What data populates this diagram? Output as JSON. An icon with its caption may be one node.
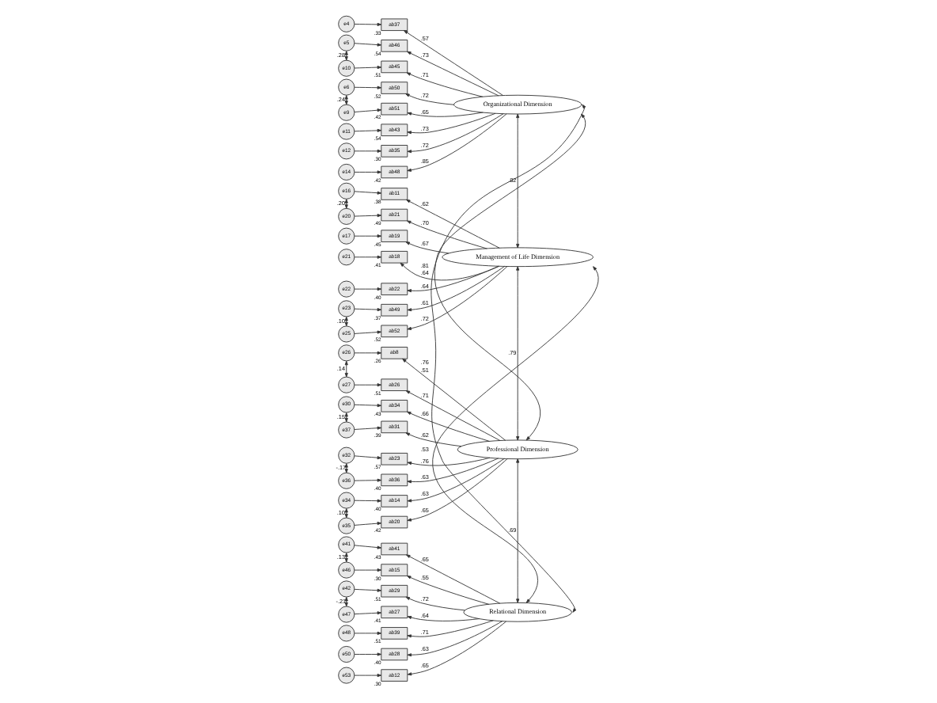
{
  "diagram": {
    "nodes": [
      {
        "text": [
          "Organizational Dimension"
        ]
      },
      {
        "text": [
          "ab37"
        ],
        "beside": [
          ".33"
        ]
      },
      {
        "text": [
          "ab46"
        ],
        "beside": [
          ".54"
        ]
      },
      {
        "text": [
          "ab50"
        ],
        "beside": [
          ".52"
        ]
      },
      {
        "text": [
          "ab51"
        ],
        "beside": [
          ".42"
        ]
      },
      {
        "text": [
          "ab45"
        ],
        "beside": [
          ".51"
        ]
      },
      {
        "text": [
          "ab43"
        ],
        "beside": [
          ".54"
        ]
      },
      {
        "text": [
          "ab35"
        ],
        "beside": [
          ".30"
        ]
      },
      {
        "text": [
          "ab48"
        ],
        "beside": [
          ".42"
        ]
      },
      {
        "text": [
          "e4"
        ]
      },
      {
        "text": [
          "e5"
        ]
      },
      {
        "text": [
          "e6"
        ]
      },
      {
        "text": [
          "e9"
        ]
      },
      {
        "text": [
          "e10"
        ]
      },
      {
        "text": [
          "e11"
        ]
      },
      {
        "text": [
          "e12"
        ]
      },
      {
        "text": [
          "e14"
        ]
      },
      {
        "text": [
          "Management of Life Dimension"
        ]
      },
      {
        "text": [
          "ab11"
        ],
        "beside": [
          ".38"
        ]
      },
      {
        "text": [
          "ab19"
        ],
        "beside": [
          ".45"
        ]
      },
      {
        "text": [
          "ab21"
        ],
        "beside": [
          ".49"
        ]
      },
      {
        "text": [
          "ab18"
        ],
        "beside": [
          ".41"
        ]
      },
      {
        "text": [
          "ab22"
        ],
        "beside": [
          ".40"
        ]
      },
      {
        "text": [
          "ab49"
        ],
        "beside": [
          ".37"
        ]
      },
      {
        "text": [
          "ab52"
        ],
        "beside": [
          ".52"
        ]
      },
      {
        "text": [
          "e16"
        ]
      },
      {
        "text": [
          "e17"
        ]
      },
      {
        "text": [
          "e20"
        ]
      },
      {
        "text": [
          "e21"
        ]
      },
      {
        "text": [
          "e22"
        ]
      },
      {
        "text": [
          "e23"
        ]
      },
      {
        "text": [
          "e25"
        ]
      },
      {
        "text": [
          "Professional Dimension"
        ]
      },
      {
        "text": [
          "ab8"
        ],
        "beside": [
          ".26"
        ]
      },
      {
        "text": [
          "ab26"
        ],
        "beside": [
          ".51"
        ]
      },
      {
        "text": [
          "ab34"
        ],
        "beside": [
          ".43"
        ]
      },
      {
        "text": [
          "ab23"
        ],
        "beside": [
          ".57"
        ]
      },
      {
        "text": [
          "ab14"
        ],
        "beside": [
          ".40"
        ]
      },
      {
        "text": [
          "ab20"
        ],
        "beside": [
          ".42"
        ]
      },
      {
        "text": [
          "ab36"
        ],
        "beside": [
          ".40"
        ]
      },
      {
        "text": [
          "ab31"
        ],
        "beside": [
          ".39"
        ]
      },
      {
        "text": [
          "e26"
        ]
      },
      {
        "text": [
          "e27"
        ]
      },
      {
        "text": [
          "e30"
        ]
      },
      {
        "text": [
          "e32"
        ]
      },
      {
        "text": [
          "e34"
        ]
      },
      {
        "text": [
          "e35"
        ]
      },
      {
        "text": [
          "e36"
        ]
      },
      {
        "text": [
          "e37"
        ]
      },
      {
        "text": [
          "Relational Dimension"
        ]
      },
      {
        "text": [
          "ab41"
        ],
        "beside": [
          ".43"
        ]
      },
      {
        "text": [
          "ab29"
        ],
        "beside": [
          ".51"
        ]
      },
      {
        "text": [
          "ab15"
        ],
        "beside": [
          ".30"
        ]
      },
      {
        "text": [
          "ab27"
        ],
        "beside": [
          ".41"
        ]
      },
      {
        "text": [
          "ab39"
        ],
        "beside": [
          ".51"
        ]
      },
      {
        "text": [
          "ab28"
        ],
        "beside": [
          ".40"
        ]
      },
      {
        "text": [
          "ab12"
        ],
        "beside": [
          ".30"
        ]
      },
      {
        "text": [
          "e41"
        ]
      },
      {
        "text": [
          "e42"
        ]
      },
      {
        "text": [
          "e46"
        ]
      },
      {
        "text": [
          "e47"
        ]
      },
      {
        "text": [
          "e48"
        ]
      },
      {
        "text": [
          "e50"
        ]
      },
      {
        "text": [
          "e53"
        ]
      }
    ],
    "edges": [
      {
        "from": 0,
        "to": 1,
        "arrow": "to",
        "label": ".57"
      },
      {
        "from": 0,
        "to": 2,
        "arrow": "to",
        "label": ".73"
      },
      {
        "from": 0,
        "to": 3,
        "arrow": "to",
        "label": ".72"
      },
      {
        "from": 0,
        "to": 4,
        "arrow": "to",
        "label": ".65"
      },
      {
        "from": 0,
        "to": 5,
        "arrow": "to",
        "label": ".71"
      },
      {
        "from": 0,
        "to": 6,
        "arrow": "to",
        "label": ".73"
      },
      {
        "from": 0,
        "to": 7,
        "arrow": "to",
        "label": ".72"
      },
      {
        "from": 0,
        "to": 8,
        "arrow": "to",
        "label": ".85"
      },
      {
        "from": 9,
        "to": 1,
        "arrow": "to"
      },
      {
        "from": 10,
        "to": 2,
        "arrow": "to"
      },
      {
        "from": 11,
        "to": 3,
        "arrow": "to"
      },
      {
        "from": 12,
        "to": 4,
        "arrow": "to"
      },
      {
        "from": 13,
        "to": 5,
        "arrow": "to"
      },
      {
        "from": 14,
        "to": 6,
        "arrow": "to"
      },
      {
        "from": 15,
        "to": 7,
        "arrow": "to"
      },
      {
        "from": 16,
        "to": 8,
        "arrow": "to"
      },
      {
        "from": 10,
        "to": 13,
        "arrow": "both",
        "label": ".28"
      },
      {
        "from": 11,
        "to": 12,
        "arrow": "both",
        "label": ".24"
      },
      {
        "from": 17,
        "to": 18,
        "arrow": "to",
        "label": ".62"
      },
      {
        "from": 17,
        "to": 19,
        "arrow": "to",
        "label": ".67"
      },
      {
        "from": 17,
        "to": 20,
        "arrow": "to",
        "label": ".70"
      },
      {
        "from": 17,
        "to": 21,
        "arrow": "to",
        "label": ".64"
      },
      {
        "from": 17,
        "to": 22,
        "arrow": "to",
        "label": ".64"
      },
      {
        "from": 17,
        "to": 23,
        "arrow": "to",
        "label": ".61"
      },
      {
        "from": 17,
        "to": 24,
        "arrow": "to",
        "label": ".72"
      },
      {
        "from": 25,
        "to": 18,
        "arrow": "to"
      },
      {
        "from": 26,
        "to": 19,
        "arrow": "to"
      },
      {
        "from": 27,
        "to": 20,
        "arrow": "to"
      },
      {
        "from": 28,
        "to": 21,
        "arrow": "to"
      },
      {
        "from": 29,
        "to": 22,
        "arrow": "to"
      },
      {
        "from": 30,
        "to": 23,
        "arrow": "to"
      },
      {
        "from": 31,
        "to": 24,
        "arrow": "to"
      },
      {
        "from": 25,
        "to": 27,
        "arrow": "both",
        "label": ".20"
      },
      {
        "from": 30,
        "to": 31,
        "arrow": "both",
        "label": ".10"
      },
      {
        "from": 32,
        "to": 33,
        "arrow": "to",
        "label": ".51"
      },
      {
        "from": 32,
        "to": 34,
        "arrow": "to",
        "label": ".71"
      },
      {
        "from": 32,
        "to": 35,
        "arrow": "to",
        "label": ".66"
      },
      {
        "from": 32,
        "to": 36,
        "arrow": "to",
        "label": ".76"
      },
      {
        "from": 32,
        "to": 37,
        "arrow": "to",
        "label": ".63"
      },
      {
        "from": 32,
        "to": 38,
        "arrow": "to",
        "label": ".65"
      },
      {
        "from": 32,
        "to": 39,
        "arrow": "to",
        "label": ".63"
      },
      {
        "from": 32,
        "to": 40,
        "arrow": "to",
        "label": ".62"
      },
      {
        "from": 41,
        "to": 33,
        "arrow": "to"
      },
      {
        "from": 42,
        "to": 34,
        "arrow": "to"
      },
      {
        "from": 43,
        "to": 35,
        "arrow": "to"
      },
      {
        "from": 44,
        "to": 36,
        "arrow": "to"
      },
      {
        "from": 45,
        "to": 37,
        "arrow": "to"
      },
      {
        "from": 46,
        "to": 38,
        "arrow": "to"
      },
      {
        "from": 47,
        "to": 39,
        "arrow": "to"
      },
      {
        "from": 48,
        "to": 40,
        "arrow": "to"
      },
      {
        "from": 41,
        "to": 42,
        "arrow": "both",
        "label": ".14"
      },
      {
        "from": 43,
        "to": 48,
        "arrow": "both",
        "label": ".15"
      },
      {
        "from": 44,
        "to": 47,
        "arrow": "both",
        "label": "-.17"
      },
      {
        "from": 45,
        "to": 46,
        "arrow": "both",
        "label": ".10"
      },
      {
        "from": 49,
        "to": 50,
        "arrow": "to",
        "label": ".65"
      },
      {
        "from": 49,
        "to": 51,
        "arrow": "to",
        "label": ".72"
      },
      {
        "from": 49,
        "to": 52,
        "arrow": "to",
        "label": ".55"
      },
      {
        "from": 49,
        "to": 53,
        "arrow": "to",
        "label": ".64"
      },
      {
        "from": 49,
        "to": 54,
        "arrow": "to",
        "label": ".71"
      },
      {
        "from": 49,
        "to": 55,
        "arrow": "to",
        "label": ".63"
      },
      {
        "from": 49,
        "to": 56,
        "arrow": "to",
        "label": ".65"
      },
      {
        "from": 57,
        "to": 50,
        "arrow": "to"
      },
      {
        "from": 58,
        "to": 51,
        "arrow": "to"
      },
      {
        "from": 59,
        "to": 52,
        "arrow": "to"
      },
      {
        "from": 60,
        "to": 53,
        "arrow": "to"
      },
      {
        "from": 61,
        "to": 54,
        "arrow": "to"
      },
      {
        "from": 62,
        "to": 55,
        "arrow": "to"
      },
      {
        "from": 63,
        "to": 56,
        "arrow": "to"
      },
      {
        "from": 57,
        "to": 59,
        "arrow": "both",
        "label": ".13"
      },
      {
        "from": 58,
        "to": 60,
        "arrow": "both",
        "label": "-.21"
      },
      {
        "from": 0,
        "to": 17,
        "arrow": "both",
        "label": ".82"
      },
      {
        "from": 0,
        "to": 32,
        "arrow": "both",
        "label": ".81"
      },
      {
        "from": 0,
        "to": 49,
        "arrow": "both",
        "label": ".76"
      },
      {
        "from": 17,
        "to": 32,
        "arrow": "both",
        "label": ".79"
      },
      {
        "from": 17,
        "to": 49,
        "arrow": "both",
        "label": ".53"
      },
      {
        "from": 32,
        "to": 49,
        "arrow": "both",
        "label": ".69"
      }
    ]
  }
}
